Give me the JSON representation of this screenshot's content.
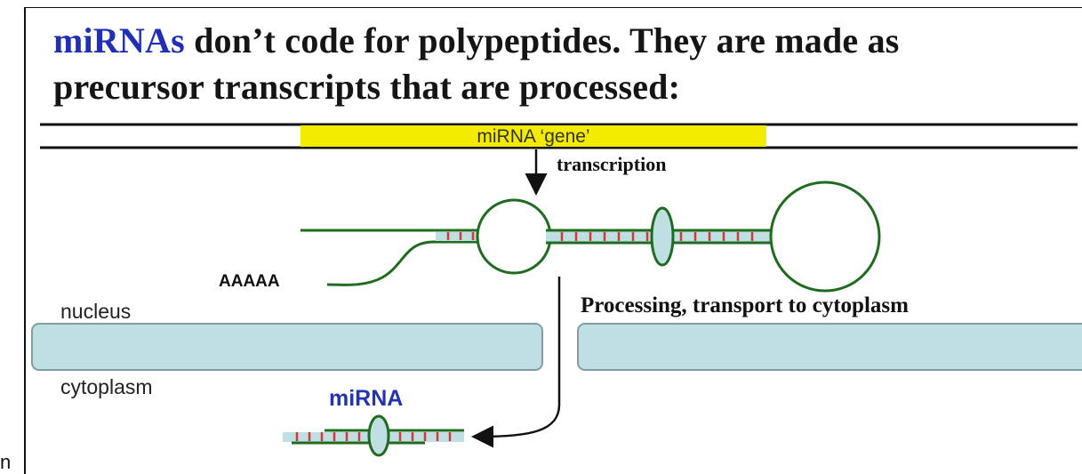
{
  "title": {
    "keyword": "miRNAs",
    "line1_rest": " don’t code for polypeptides.  They are made as",
    "line2": "precursor transcripts that are processed:"
  },
  "diagram": {
    "gene_label": "miRNA ‘gene’",
    "transcription_label": "transcription",
    "polya_label": "AAAAA",
    "nucleus_label": "nucleus",
    "cytoplasm_label": "cytoplasm",
    "processing_label": "Processing, transport to cytoplasm",
    "mirna_label": "miRNA"
  },
  "footer": {
    "stray_glyph": "n"
  },
  "colors": {
    "title_keyword": "#1f2fb6",
    "title_text": "#151515",
    "gene_highlight": "#f4ec00",
    "rna_strand": "#1f6b1f",
    "base_pair_ticks": "#d23a3a",
    "membrane_fill": "#bfdfe2",
    "membrane_stroke": "#7f9da3",
    "mirna_label": "#2433b2"
  }
}
